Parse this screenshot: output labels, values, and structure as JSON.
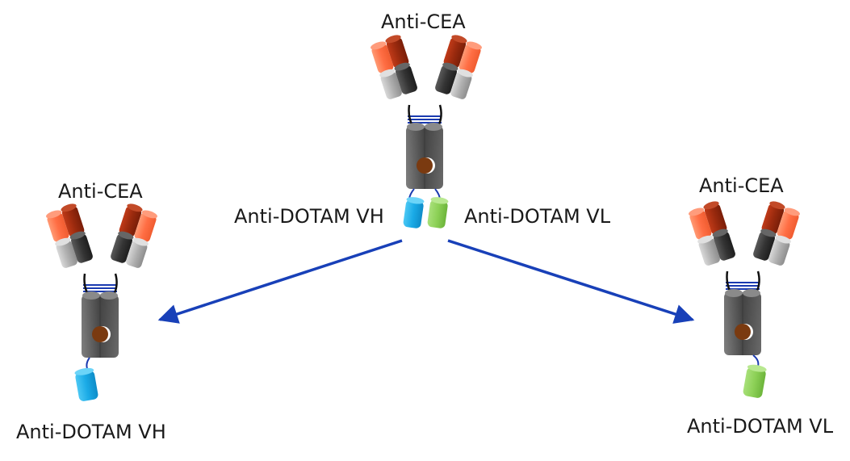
{
  "diagram": {
    "nodes": [
      {
        "id": "parent",
        "top_label": "Anti-CEA",
        "vh_label": "Anti-DOTAM VH",
        "vl_label": "Anti-DOTAM VL"
      },
      {
        "id": "left",
        "top_label": "Anti-CEA",
        "bottom_label": "Anti-DOTAM VH"
      },
      {
        "id": "right",
        "top_label": "Anti-CEA",
        "bottom_label": "Anti-DOTAM VL"
      }
    ],
    "edges": [
      {
        "from": "parent",
        "to": "left"
      },
      {
        "from": "parent",
        "to": "right"
      }
    ]
  },
  "colors": {
    "arrow": "#1840b8",
    "fab_light_orange": "#ff7a50",
    "fab_dark_red": "#a02a10",
    "domain_light_grey": "#b4b4b4",
    "domain_dark_grey": "#3c3c3c",
    "fc_grey": "#5a5a5a",
    "knob_brown": "#7a3a10",
    "vh_blue": "#1ab0ea",
    "vl_green": "#8fd45a",
    "linker_blue": "#1a3ab0"
  }
}
